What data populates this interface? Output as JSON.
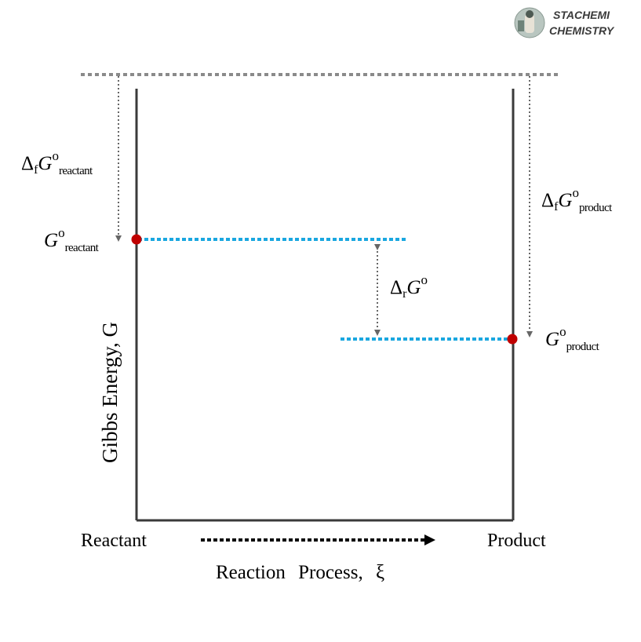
{
  "brand": {
    "line1": "STACHEMI",
    "line2": "CHEMISTRY"
  },
  "diagram": {
    "y_axis_label": "Gibbs Energy, G",
    "x_axis_label": "Reaction Process, ξ",
    "x_start_label": "Reactant",
    "x_end_label": "Product",
    "delta_f_G_reactant": {
      "delta": "Δ",
      "sub_f": "f",
      "G": "G",
      "sup": "o",
      "sub": "reactant"
    },
    "G_reactant": {
      "G": "G",
      "sup": "o",
      "sub": "reactant"
    },
    "delta_f_G_product": {
      "delta": "Δ",
      "sub_f": "f",
      "G": "G",
      "sup": "o",
      "sub": "product"
    },
    "G_product": {
      "G": "G",
      "sup": "o",
      "sub": "product"
    },
    "delta_r_G": {
      "delta": "Δ",
      "sub_r": "r",
      "G": "G",
      "sup": "o"
    }
  },
  "colors": {
    "axis": "#3a3a3a",
    "reference_dotted": "#8a8a8a",
    "energy_level": "#1aa7e0",
    "point": "#c00000",
    "arrow": "#666666",
    "process_arrow": "#000000"
  }
}
